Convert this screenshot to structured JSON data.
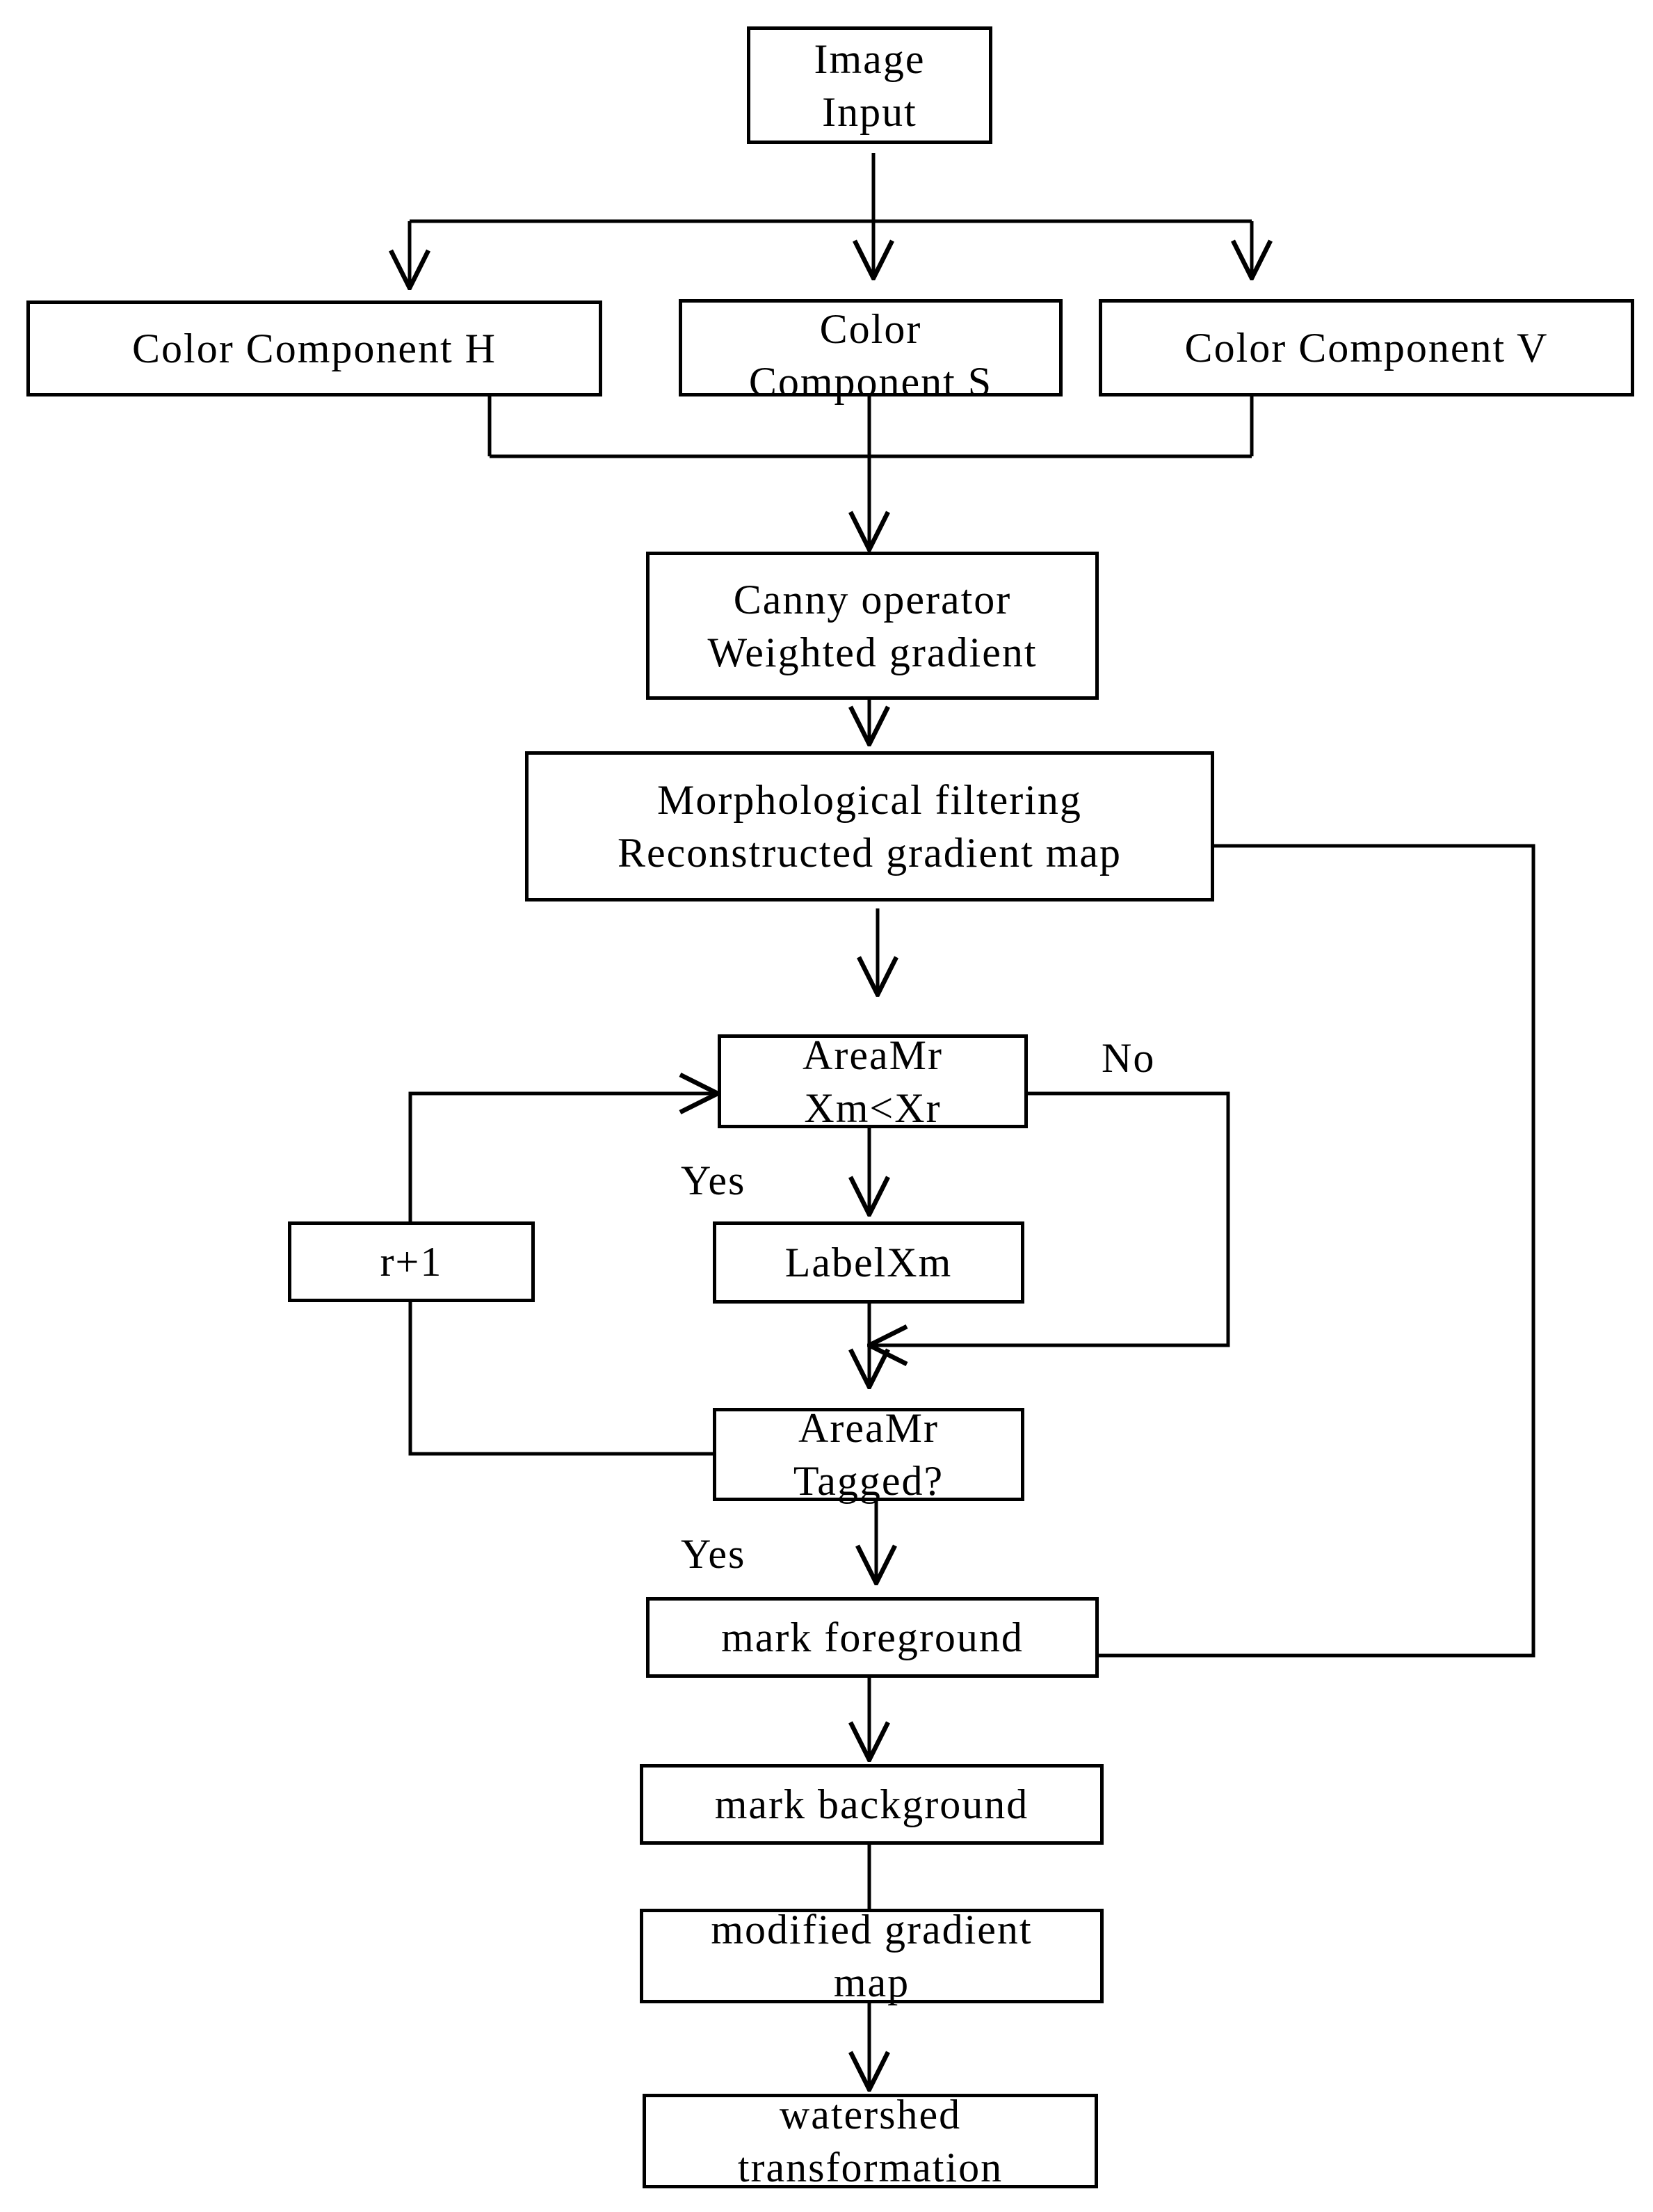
{
  "nodes": {
    "image_input": "Image\nInput",
    "color_h": "Color Component H",
    "color_s": "Color\nComponent S",
    "color_v": "Color Component V",
    "canny": "Canny operator\nWeighted gradient",
    "morph": "Morphological filtering\nReconstructed gradient map",
    "area_compare": "AreaMr\nXm<Xr",
    "label_xm": "LabelXm",
    "r_plus_1": "r+1",
    "area_tagged": "AreaMr\nTagged?",
    "mark_fg": "mark foreground",
    "mark_bg": "mark background",
    "modified": "modified gradient\nmap",
    "watershed": "watershed\ntransformation"
  },
  "edge_labels": {
    "no": "No",
    "yes_1": "Yes",
    "yes_2": "Yes"
  }
}
